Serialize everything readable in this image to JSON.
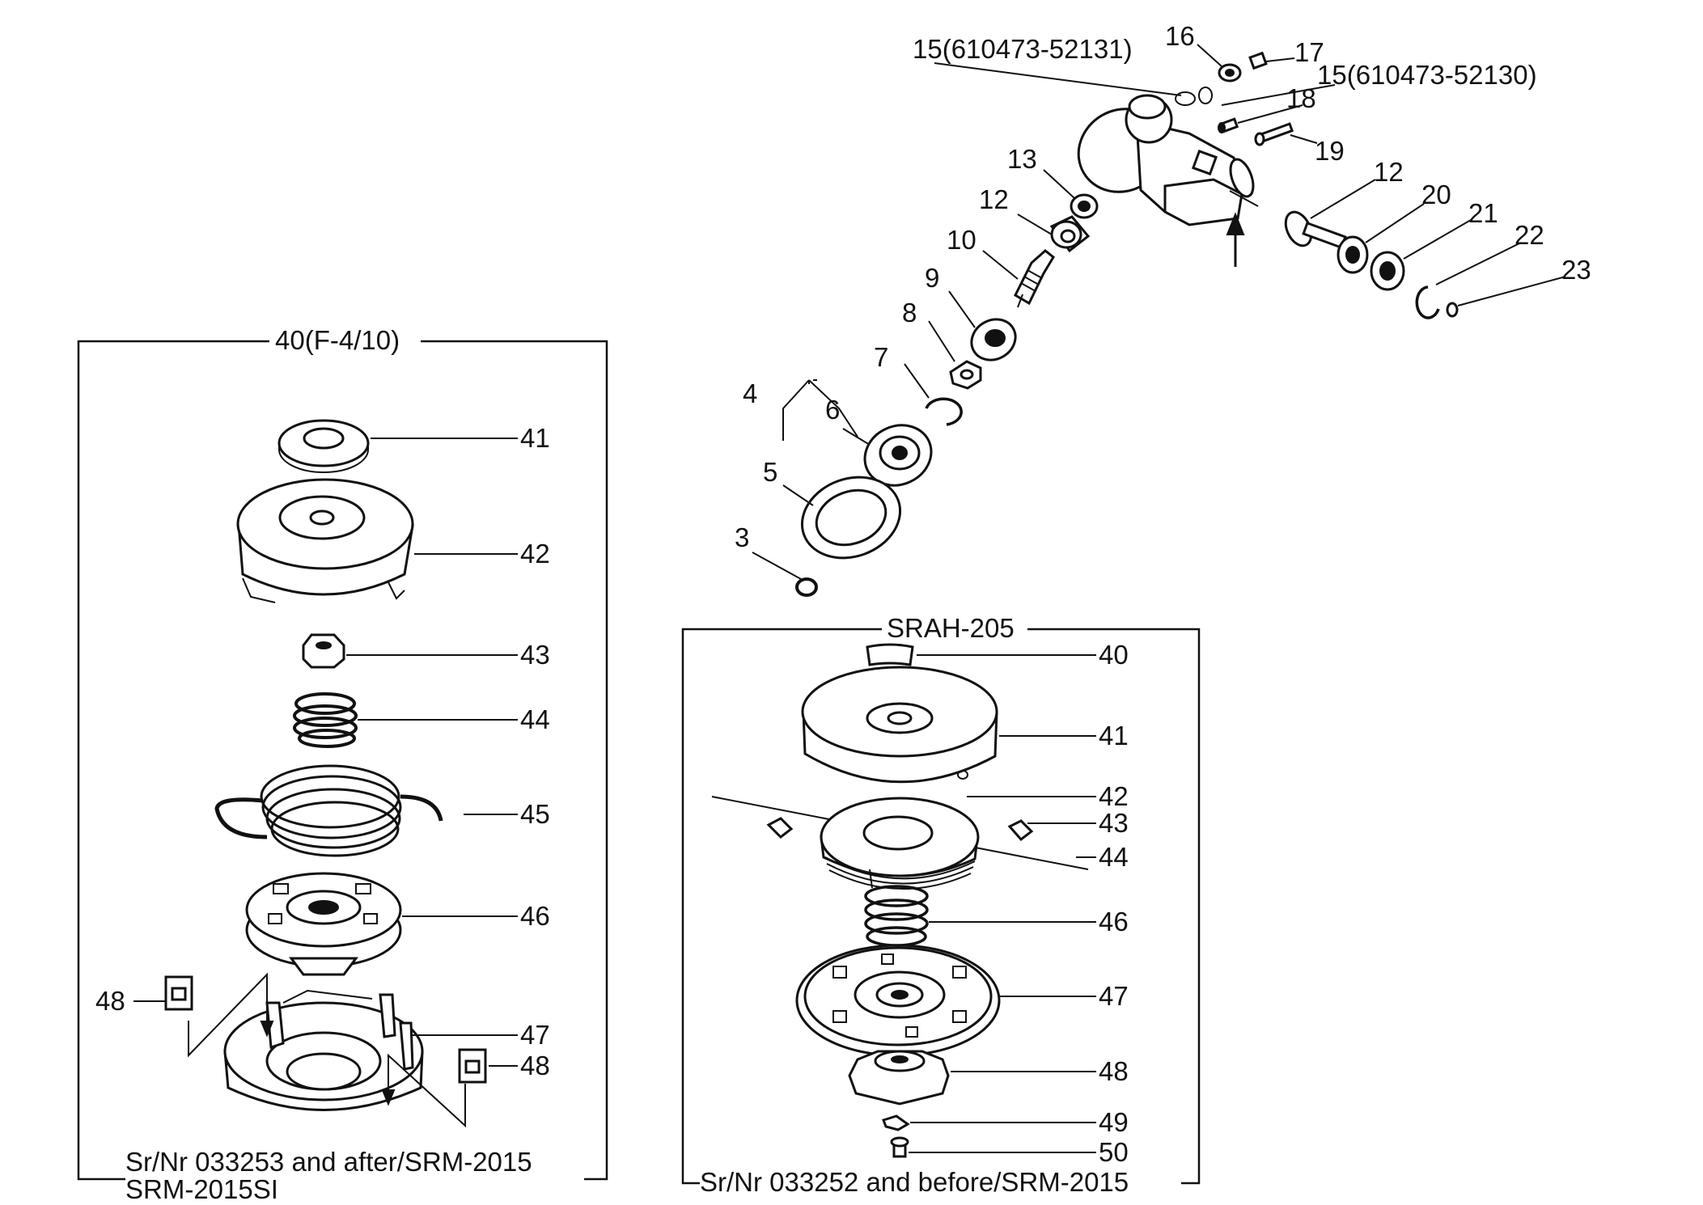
{
  "head_callouts": {
    "p3": "3",
    "p4": "4",
    "p5": "5",
    "p6": "6",
    "p7": "7",
    "p8": "8",
    "p9": "9",
    "p10": "10",
    "p12a": "12",
    "p12b": "12",
    "p13": "13",
    "p15a": "15(610473-52131)",
    "p15b": "15(610473-52130)",
    "p16": "16",
    "p17": "17",
    "p18": "18",
    "p19": "19",
    "p20": "20",
    "p21": "21",
    "p22": "22",
    "p23": "23"
  },
  "left_box": {
    "title": "40(F-4/10)",
    "caption_line1": "Sr/Nr 033253 and after/SRM-2015",
    "caption_line2": "SRM-2015SI",
    "callouts": {
      "p41": "41",
      "p42": "42",
      "p43": "43",
      "p44": "44",
      "p45": "45",
      "p46": "46",
      "p47": "47",
      "p48a": "48",
      "p48b": "48"
    }
  },
  "right_box": {
    "title": "SRAH-205",
    "caption": "Sr/Nr 033252 and before/SRM-2015",
    "callouts": {
      "p40": "40",
      "p41": "41",
      "p42": "42",
      "p43": "43",
      "p44": "44",
      "p46": "46",
      "p47": "47",
      "p48": "48",
      "p49": "49",
      "p50": "50"
    }
  }
}
